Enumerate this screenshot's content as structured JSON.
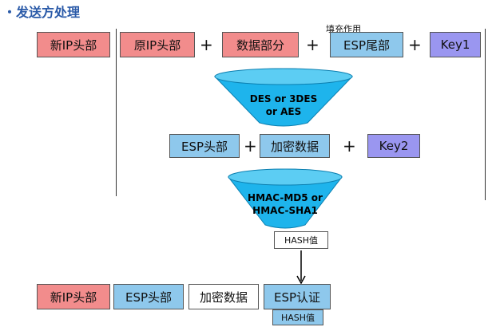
{
  "title": "・发送方处理",
  "row1": {
    "new_ip_header": "新IP头部",
    "orig_ip_header": "原IP头部",
    "plus1": "+",
    "data_part": "数据部分",
    "plus2": "+",
    "padding_note": "填充作用",
    "esp_trailer": "ESP尾部",
    "plus3": "+",
    "key1": "Key1"
  },
  "funnel1": {
    "line1": "DES or 3DES",
    "line2": "or AES"
  },
  "row2": {
    "esp_header": "ESP头部",
    "plus1": "+",
    "encrypted_data": "加密数据",
    "plus2": "+",
    "key2": "Key2"
  },
  "funnel2": {
    "line1": "HMAC-MD5 or",
    "line2": "HMAC-SHA1"
  },
  "hash_value": "HASH值",
  "row3": {
    "new_ip_header": "新IP头部",
    "esp_header": "ESP头部",
    "encrypted_data": "加密数据",
    "esp_auth": "ESP认证",
    "hash_label": "HASH值"
  },
  "colors": {
    "red_box": "#f28c8c",
    "blue_box": "#8ec8ec",
    "purple_box": "#9a96f0",
    "funnel": "#1eb4ec",
    "title": "#2a5aa8"
  }
}
